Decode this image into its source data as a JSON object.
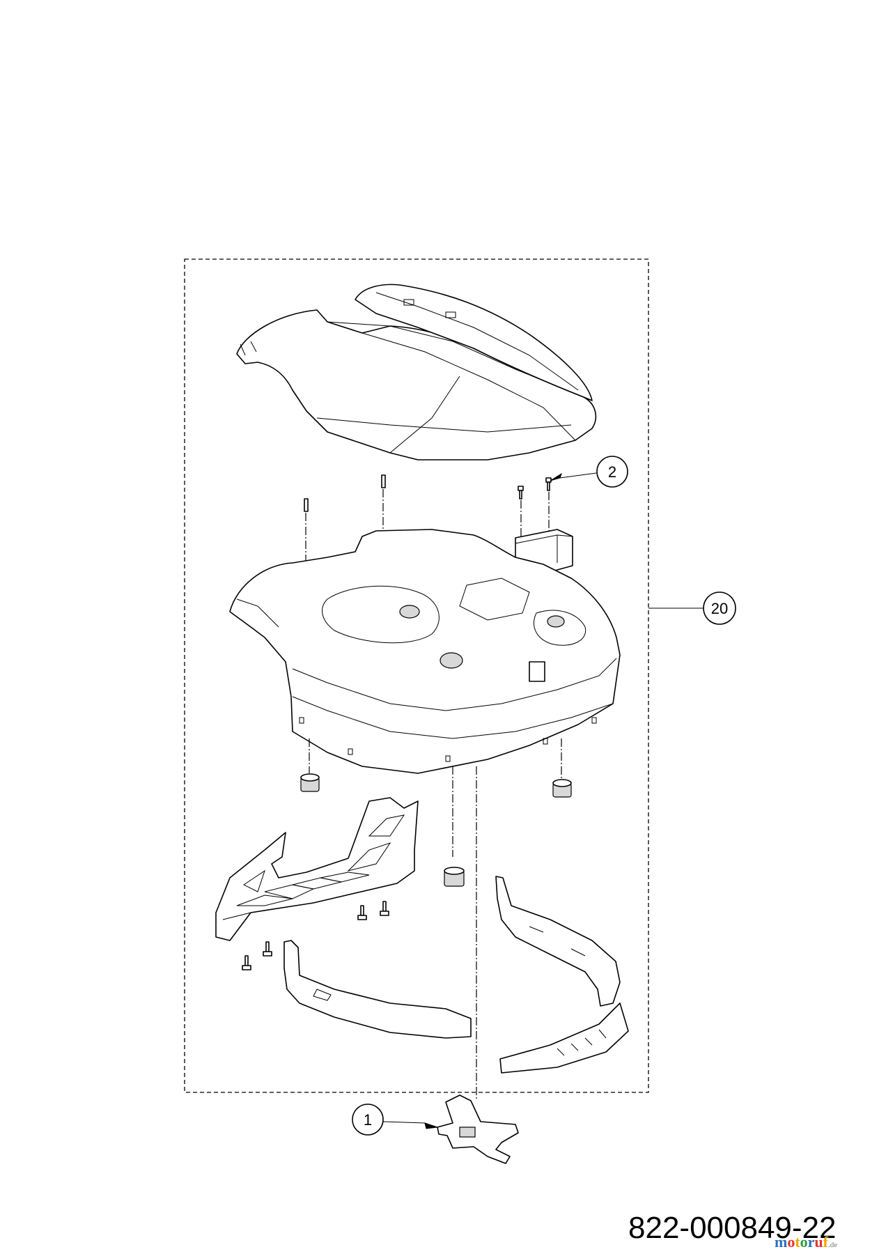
{
  "callouts": [
    {
      "id": "1",
      "label": "1"
    },
    {
      "id": "2",
      "label": "2"
    },
    {
      "id": "20",
      "label": "20"
    }
  ],
  "part_number": "822-000849-22",
  "watermark": {
    "letters": [
      "m",
      "o",
      "t",
      "o",
      "r",
      "u",
      "f"
    ],
    "colors": [
      "#2a6fc0",
      "#e5322d",
      "#f0a500",
      "#2a9a3a",
      "#2a6fc0",
      "#e5322d",
      "#f0a500"
    ],
    "suffix": ".de"
  }
}
